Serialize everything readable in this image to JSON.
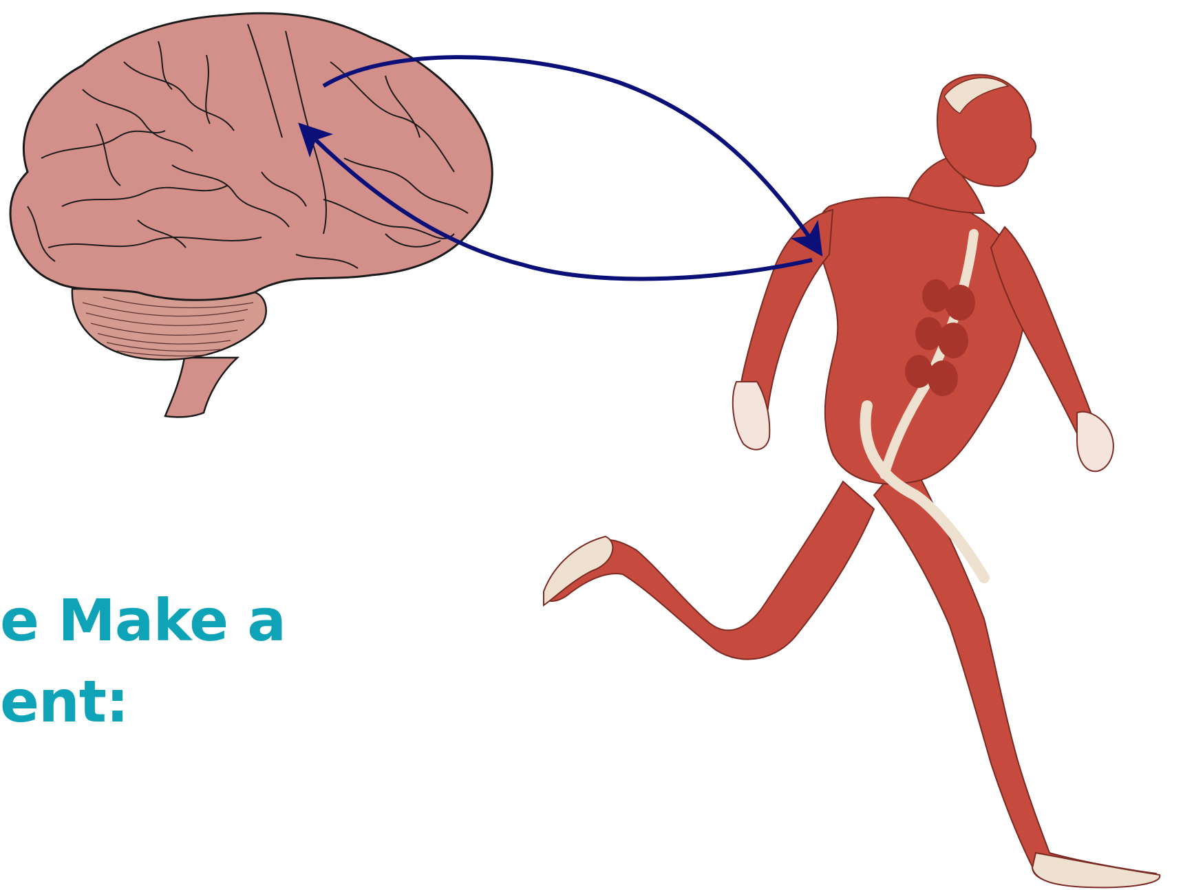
{
  "slide": {
    "heading_lines": [
      "e Make a",
      "ent:"
    ],
    "colors": {
      "heading": "#0fa3b8",
      "arrow": "#0b0f78",
      "brain_fill": "#d38f8a",
      "brain_outline": "#1a1a1a",
      "cerebellum_fill": "#d59a90",
      "muscle_fill": "#c64a3e",
      "muscle_dark": "#a8352c",
      "tendon_fill": "#efe1cf"
    },
    "images": {
      "brain": "brain-illustration",
      "figure": "running-muscle-figure"
    },
    "arrows": {
      "brain_to_muscle": "efferent-arrow",
      "muscle_to_brain": "afferent-arrow"
    }
  }
}
